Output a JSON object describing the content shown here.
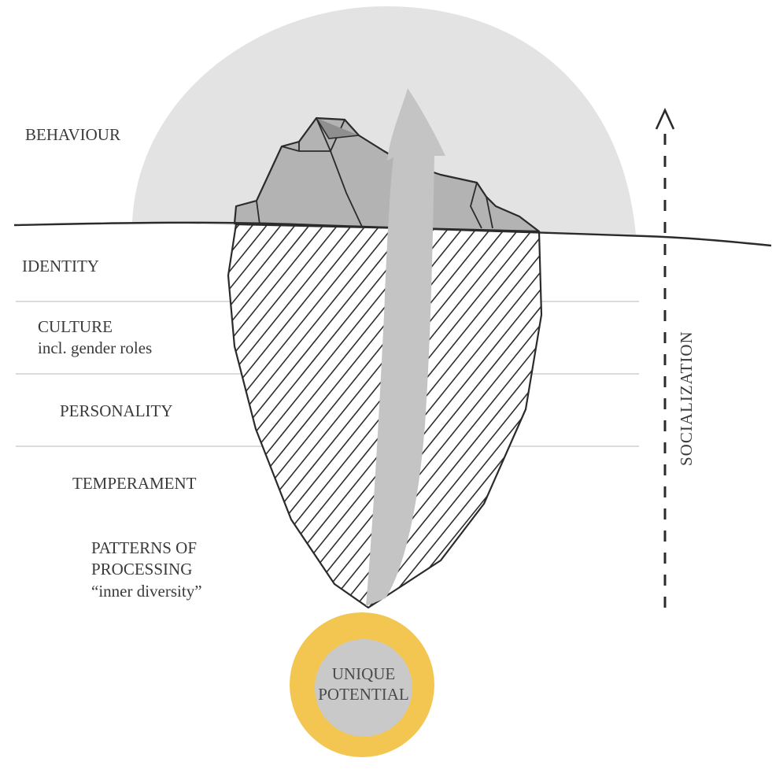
{
  "layers": [
    {
      "label": "BEHAVIOUR"
    },
    {
      "label": "IDENTITY"
    },
    {
      "label": "CULTURE",
      "sublabel": "incl. gender roles"
    },
    {
      "label": "PERSONALITY"
    },
    {
      "label": "TEMPERAMENT"
    },
    {
      "label": "PATTERNS OF",
      "line2": "PROCESSING",
      "sublabel": "“inner diversity”"
    }
  ],
  "side_axis": {
    "label": "SOCIALIZATION"
  },
  "core": {
    "line1": "UNIQUE",
    "line2": "POTENTIAL"
  },
  "colors": {
    "dome": "#e3e3e3",
    "iceberg_top": "#b3b3b3",
    "iceberg_top_dark": "#8f8f8f",
    "outline": "#2b2b2b",
    "arrow": "#c4c4c4",
    "core_ring": "#f3c651",
    "core_center": "#c9c9c9",
    "divider": "#cfcfcf"
  }
}
